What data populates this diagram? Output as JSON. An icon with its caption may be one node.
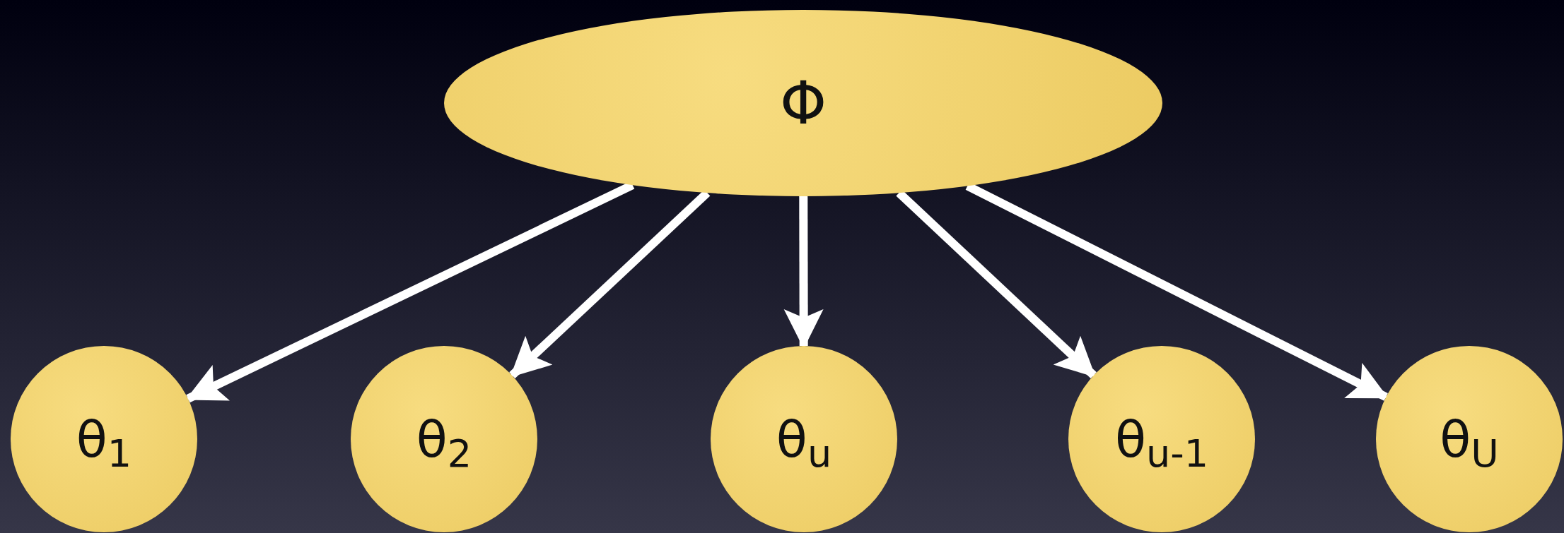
{
  "diagram": {
    "nodes": [
      {
        "text": [
          "Φ"
        ]
      },
      {
        "text": [
          "θ$_{1}$"
        ]
      },
      {
        "text": [
          "θ$_{2}$"
        ]
      },
      {
        "text": [
          "θ$_{u}$"
        ]
      },
      {
        "text": [
          "θ$_{u-1}$"
        ]
      },
      {
        "text": [
          "θ$_{U}$"
        ]
      }
    ],
    "edges": [
      {
        "from": 0,
        "to": 1,
        "arrow": "to"
      },
      {
        "from": 0,
        "to": 2,
        "arrow": "to"
      },
      {
        "from": 0,
        "to": 3,
        "arrow": "to"
      },
      {
        "from": 0,
        "to": 4,
        "arrow": "to"
      },
      {
        "from": 0,
        "to": 5,
        "arrow": "to"
      }
    ]
  }
}
